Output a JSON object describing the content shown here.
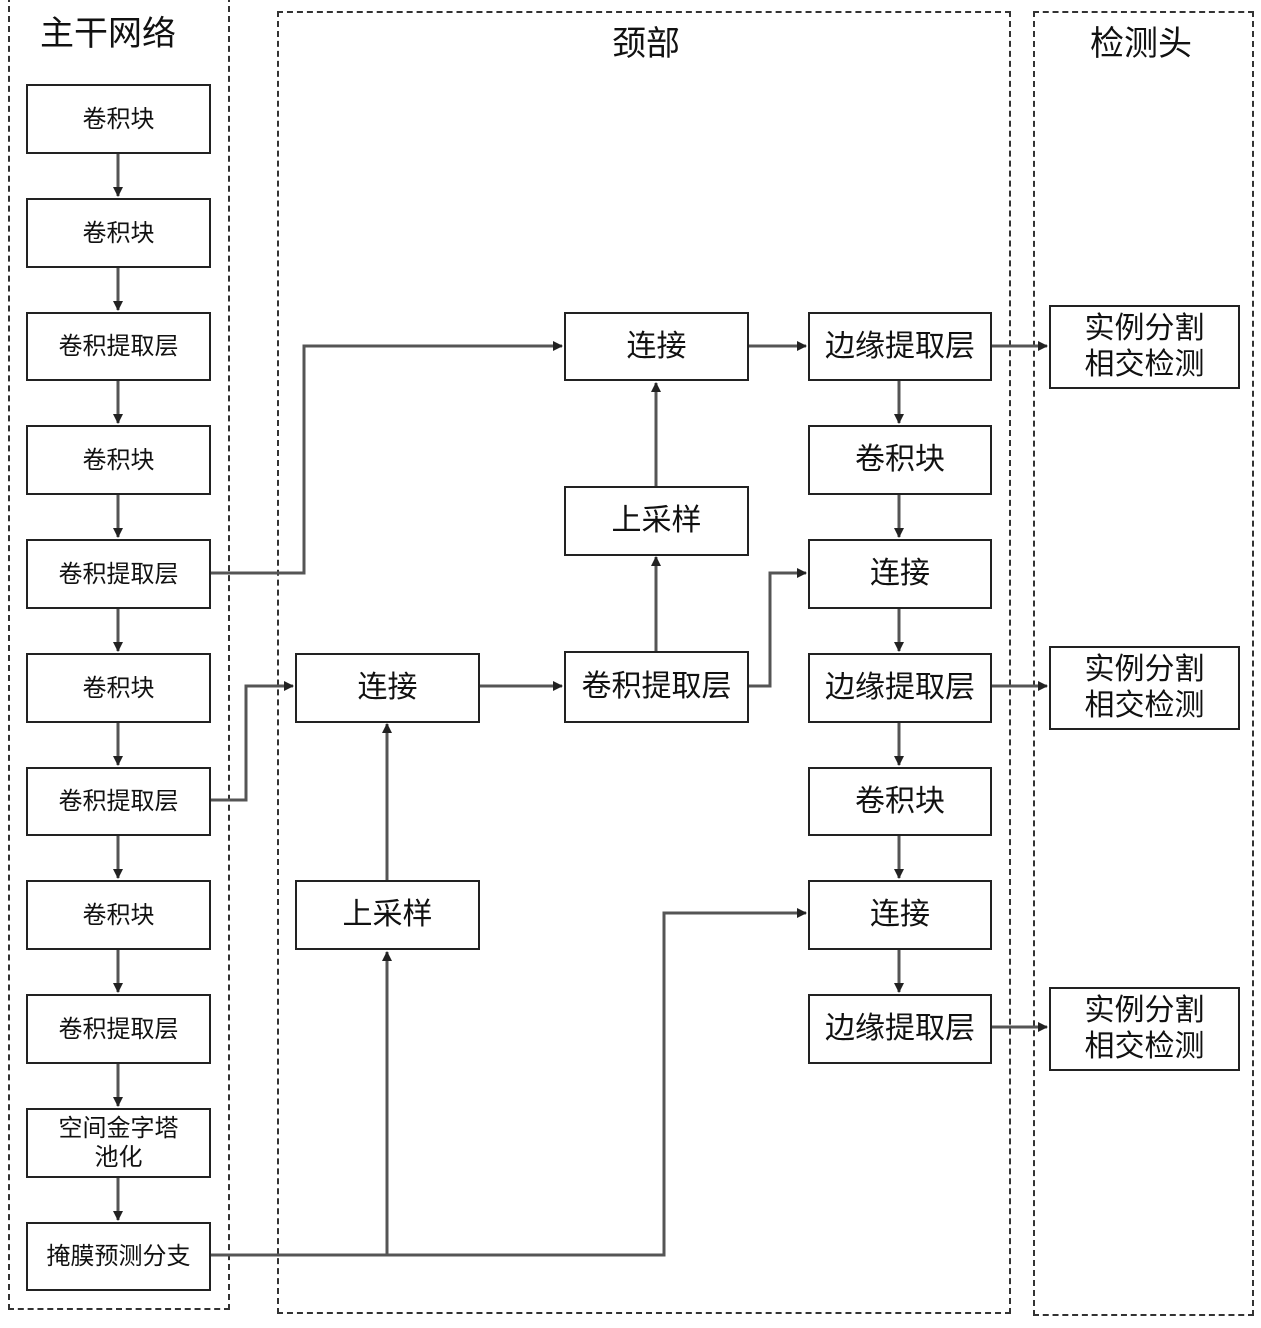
{
  "regions": {
    "backbone": "主干网络",
    "neck": "颈部",
    "head": "检测头"
  },
  "backbone": [
    "卷积块",
    "卷积块",
    "卷积提取层",
    "卷积块",
    "卷积提取层",
    "卷积块",
    "卷积提取层",
    "卷积块",
    "卷积提取层",
    "空间金字塔\n池化",
    "掩膜预测分支"
  ],
  "neck": {
    "concat_top": "连接",
    "upsample_mid": "上采样",
    "conv_extract": "卷积提取层",
    "concat_left": "连接",
    "upsample_left": "上采样",
    "edge1": "边缘提取层",
    "conv1": "卷积块",
    "concat2": "连接",
    "edge2": "边缘提取层",
    "conv2": "卷积块",
    "concat3": "连接",
    "edge3": "边缘提取层"
  },
  "head": [
    "实例分割\n相交检测",
    "实例分割\n相交检测",
    "实例分割\n相交检测"
  ]
}
